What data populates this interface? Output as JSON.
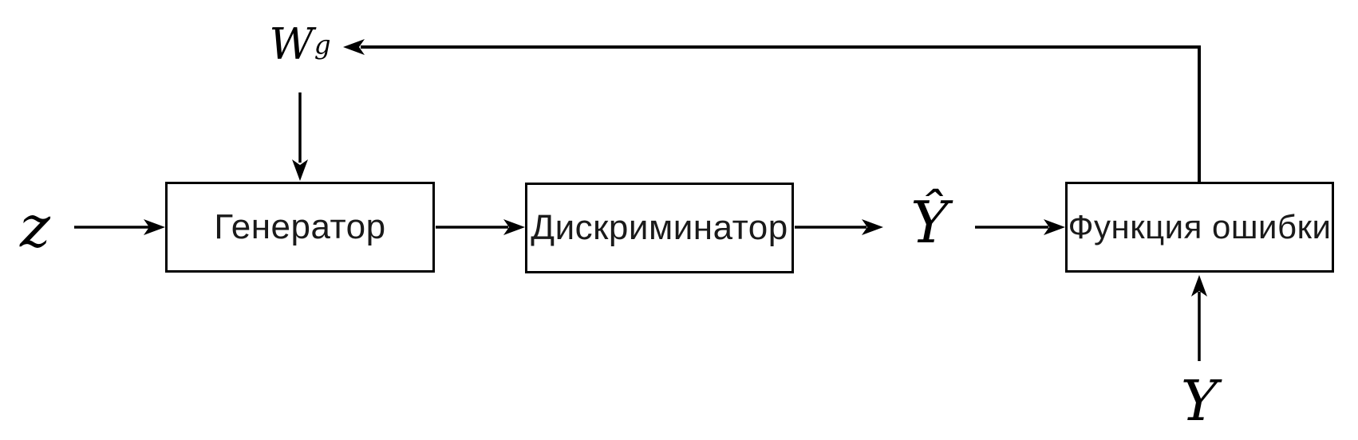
{
  "nodes": {
    "generator": {
      "label": "Генератор"
    },
    "discriminator": {
      "label": "Дискриминатор"
    },
    "loss": {
      "label": "Функция ошибки"
    }
  },
  "symbols": {
    "z": "z",
    "w": {
      "base": "W",
      "subscript": "g"
    },
    "y_hat": "Ŷ",
    "y": "Y"
  },
  "colors": {
    "ink": "#000000",
    "background": "#ffffff"
  }
}
